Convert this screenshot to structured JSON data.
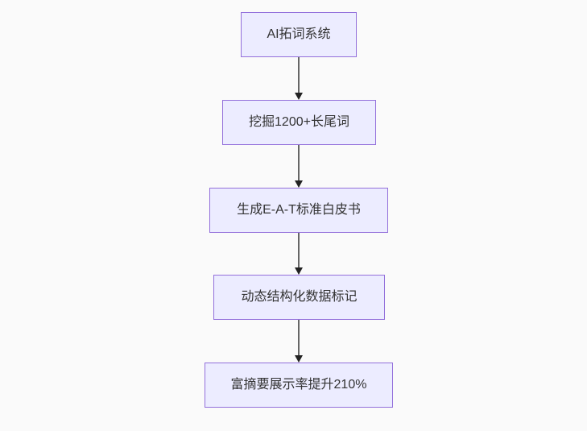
{
  "diagram": {
    "type": "flowchart",
    "direction": "top-down",
    "nodes": [
      {
        "id": "A",
        "label": "AI拓词系统"
      },
      {
        "id": "B",
        "label": "挖掘1200+长尾词"
      },
      {
        "id": "C",
        "label": "生成E-A-T标准白皮书"
      },
      {
        "id": "D",
        "label": "动态结构化数据标记"
      },
      {
        "id": "E",
        "label": "富摘要展示率提升210%"
      }
    ],
    "edges": [
      {
        "from": "A",
        "to": "B",
        "style": "arrow-down"
      },
      {
        "from": "B",
        "to": "C",
        "style": "arrow-down"
      },
      {
        "from": "C",
        "to": "D",
        "style": "arrow-down"
      },
      {
        "from": "D",
        "to": "E",
        "style": "arrow-down"
      }
    ],
    "colors": {
      "background": "#fafafa",
      "node_fill": "#ececff",
      "node_border": "#9370db",
      "node_text": "#333333",
      "arrow_line": "#666666",
      "arrow_head": "#222222"
    }
  }
}
